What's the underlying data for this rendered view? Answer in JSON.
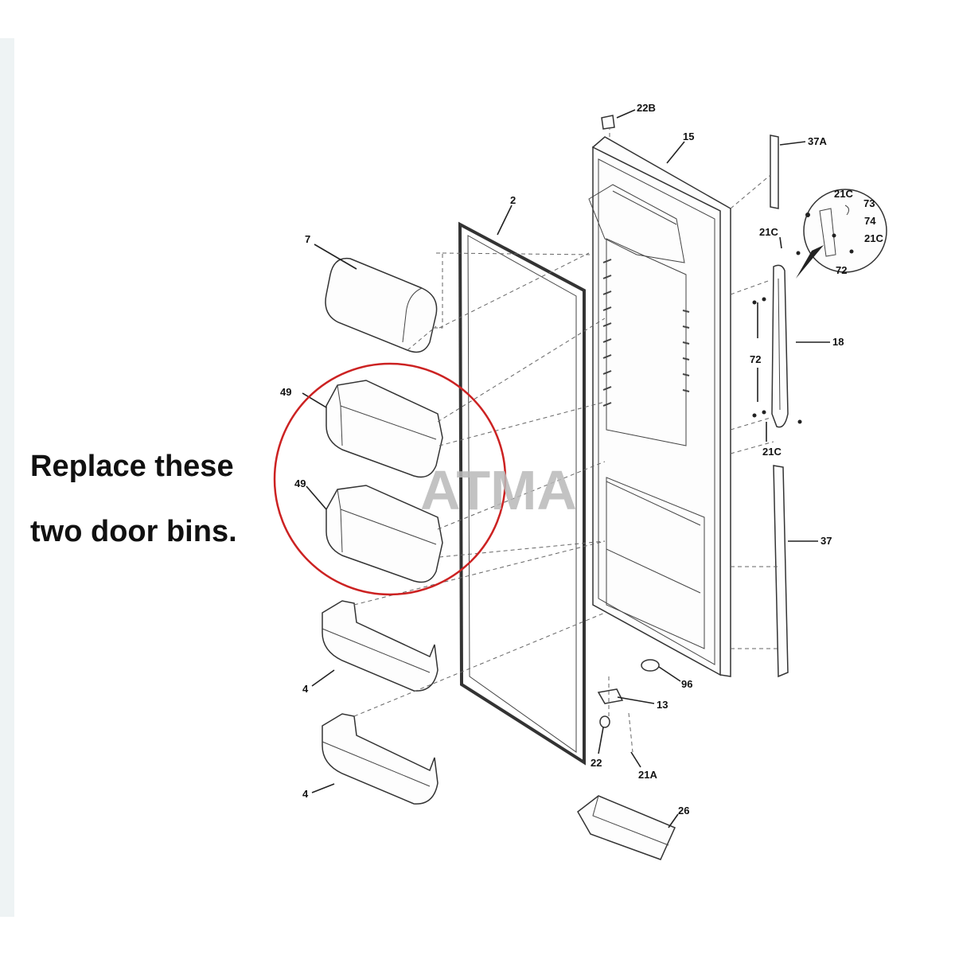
{
  "note": {
    "line1": "Replace these",
    "line2": "two door bins."
  },
  "watermark": "ATMA",
  "callouts": {
    "c22B": "22B",
    "c15": "15",
    "c37A": "37A",
    "c2": "2",
    "c7": "7",
    "c21C_top": "21C",
    "c73": "73",
    "c74": "74",
    "c21C_left": "21C",
    "c21C_right": "21C",
    "c72_detail": "72",
    "c18": "18",
    "c72_side": "72",
    "c49_upper": "49",
    "c49_lower": "49",
    "c21C_bottom": "21C",
    "c37": "37",
    "c4_upper": "4",
    "c96": "96",
    "c13": "13",
    "c4_lower": "4",
    "c22": "22",
    "c21A": "21A",
    "c26": "26"
  },
  "colors": {
    "highlight_circle": "#cc2222",
    "line": "#222222",
    "watermark": "#b9b9b9"
  }
}
